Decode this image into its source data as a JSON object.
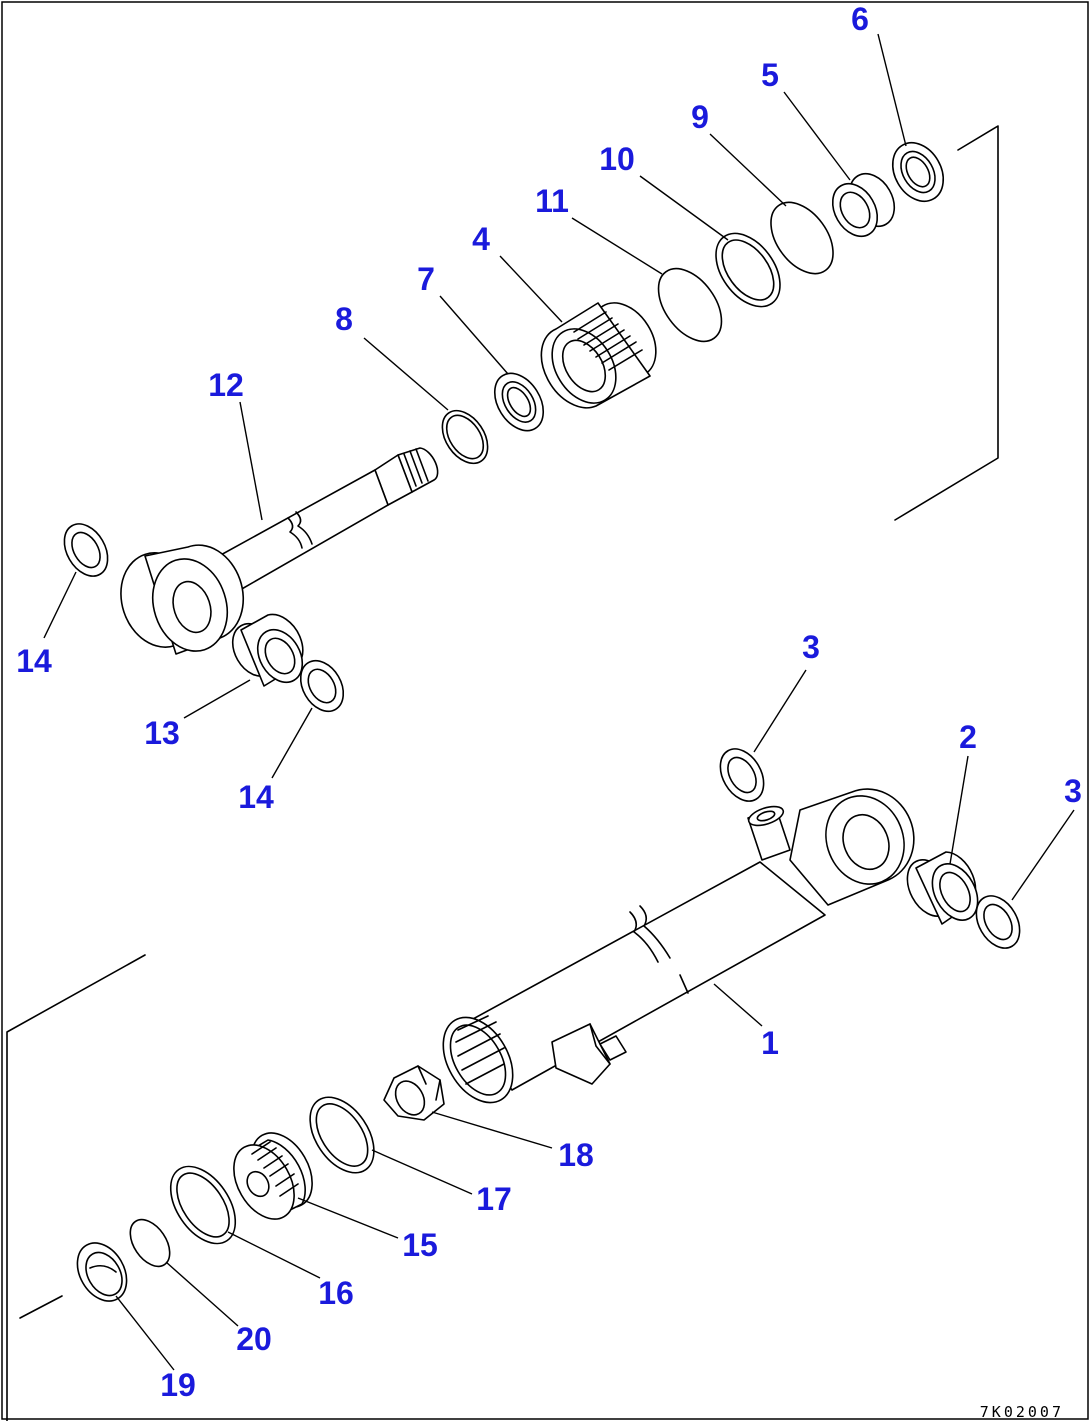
{
  "drawing_code": "7K02007",
  "colors": {
    "callout": "#1a1adc",
    "line": "#000000",
    "background": "#ffffff"
  },
  "callouts": [
    {
      "id": "c6",
      "text": "6"
    },
    {
      "id": "c5",
      "text": "5"
    },
    {
      "id": "c9",
      "text": "9"
    },
    {
      "id": "c10",
      "text": "10"
    },
    {
      "id": "c11",
      "text": "11"
    },
    {
      "id": "c4",
      "text": "4"
    },
    {
      "id": "c7",
      "text": "7"
    },
    {
      "id": "c8",
      "text": "8"
    },
    {
      "id": "c12",
      "text": "12"
    },
    {
      "id": "c14a",
      "text": "14"
    },
    {
      "id": "c13",
      "text": "13"
    },
    {
      "id": "c14b",
      "text": "14"
    },
    {
      "id": "c3a",
      "text": "3"
    },
    {
      "id": "c2",
      "text": "2"
    },
    {
      "id": "c3b",
      "text": "3"
    },
    {
      "id": "c1",
      "text": "1"
    },
    {
      "id": "c18",
      "text": "18"
    },
    {
      "id": "c17",
      "text": "17"
    },
    {
      "id": "c15",
      "text": "15"
    },
    {
      "id": "c16",
      "text": "16"
    },
    {
      "id": "c20",
      "text": "20"
    },
    {
      "id": "c19",
      "text": "19"
    }
  ]
}
